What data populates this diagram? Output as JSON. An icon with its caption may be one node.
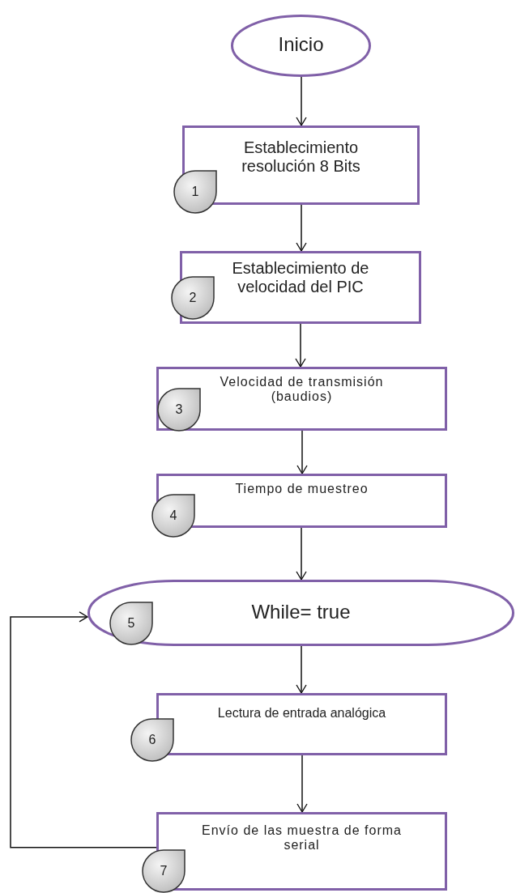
{
  "diagram": {
    "nodes": [
      {
        "text": [
          "Inicio"
        ]
      },
      {
        "text": [
          "Establecimiento resolución 8 Bits"
        ]
      },
      {
        "text": [
          "Establecimiento de velocidad del PIC"
        ]
      },
      {
        "text": [
          "Velocidad de transmisión (baudios)"
        ]
      },
      {
        "text": [
          "Tiempo de muestreo"
        ]
      },
      {
        "text": [
          "While= true"
        ]
      },
      {
        "text": [
          "Lectura de entrada analógica"
        ]
      },
      {
        "text": [
          "Envío de las muestra de forma serial"
        ]
      }
    ],
    "edges": [
      {
        "from": 0,
        "to": 1,
        "arrow": "to"
      },
      {
        "from": 1,
        "to": 2,
        "arrow": "to"
      },
      {
        "from": 2,
        "to": 3,
        "arrow": "to"
      },
      {
        "from": 3,
        "to": 4,
        "arrow": "to"
      },
      {
        "from": 4,
        "to": 5,
        "arrow": "to"
      },
      {
        "from": 5,
        "to": 6,
        "arrow": "to"
      },
      {
        "from": 6,
        "to": 7,
        "arrow": "to"
      },
      {
        "from": 7,
        "to": 5,
        "arrow": "to"
      }
    ],
    "labels": [
      "1",
      "2",
      "3",
      "4",
      "5",
      "6",
      "7"
    ]
  }
}
